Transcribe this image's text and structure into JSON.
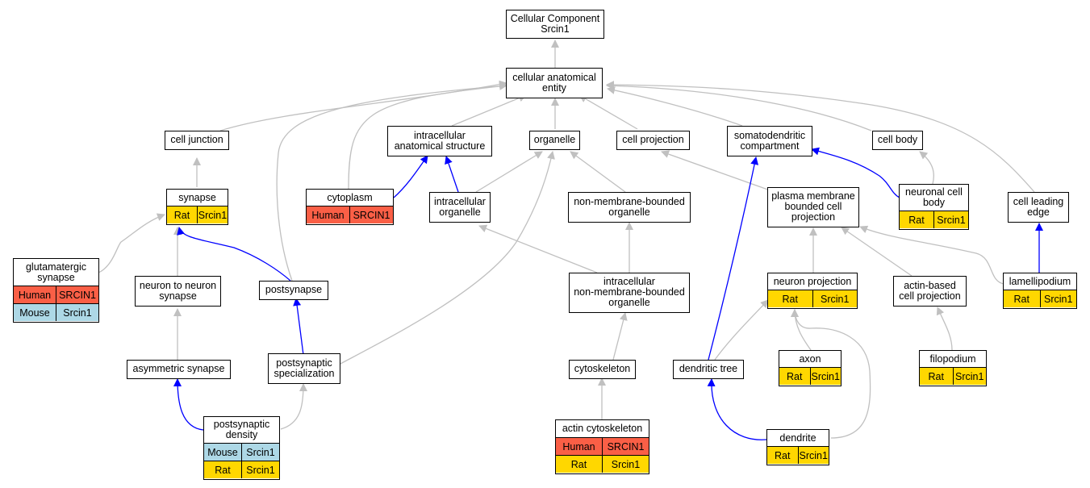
{
  "colors": {
    "gray_edge": "#c0c0c0",
    "blue_edge": "#0000ff",
    "human": "#fa5f46",
    "mouse": "#add8e6",
    "rat": "#ffd700"
  },
  "nodes": {
    "root": {
      "label": "Cellular Component\nSrcin1"
    },
    "cae": {
      "label": "cellular anatomical\nentity"
    },
    "cj": {
      "label": "cell junction"
    },
    "ias": {
      "label": "intracellular\nanatomical structure"
    },
    "org": {
      "label": "organelle"
    },
    "cp": {
      "label": "cell projection"
    },
    "sdc": {
      "label": "somatodendritic\ncompartment"
    },
    "cb": {
      "label": "cell body"
    },
    "syn": {
      "label": "synapse",
      "rows": [
        [
          "Rat",
          "Srcin1"
        ]
      ]
    },
    "cyto": {
      "label": "cytoplasm",
      "rows": [
        [
          "Human",
          "SRCIN1"
        ]
      ]
    },
    "io": {
      "label": "intracellular\norganelle"
    },
    "nmbo": {
      "label": "non-membrane-bounded\norganelle"
    },
    "pmbcp": {
      "label": "plasma membrane\nbounded cell\nprojection"
    },
    "ncb": {
      "label": "neuronal cell\nbody",
      "rows": [
        [
          "Rat",
          "Srcin1"
        ]
      ]
    },
    "cle": {
      "label": "cell leading\nedge"
    },
    "gs": {
      "label": "glutamatergic\nsynapse",
      "rows": [
        [
          "Human",
          "SRCIN1"
        ],
        [
          "Mouse",
          "Srcin1"
        ]
      ]
    },
    "nns": {
      "label": "neuron to neuron\nsynapse"
    },
    "ps": {
      "label": "postsynapse"
    },
    "inmbo": {
      "label": "intracellular\nnon-membrane-bounded\norganelle"
    },
    "np": {
      "label": "neuron projection",
      "rows": [
        [
          "Rat",
          "Srcin1"
        ]
      ]
    },
    "abcp": {
      "label": "actin-based\ncell projection"
    },
    "lam": {
      "label": "lamellipodium",
      "rows": [
        [
          "Rat",
          "Srcin1"
        ]
      ]
    },
    "as": {
      "label": "asymmetric synapse"
    },
    "pss": {
      "label": "postsynaptic\nspecialization"
    },
    "csk": {
      "label": "cytoskeleton"
    },
    "dt": {
      "label": "dendritic tree"
    },
    "axon": {
      "label": "axon",
      "rows": [
        [
          "Rat",
          "Srcin1"
        ]
      ]
    },
    "filo": {
      "label": "filopodium",
      "rows": [
        [
          "Rat",
          "Srcin1"
        ]
      ]
    },
    "psd": {
      "label": "postsynaptic\ndensity",
      "rows": [
        [
          "Mouse",
          "Srcin1"
        ],
        [
          "Rat",
          "Srcin1"
        ]
      ]
    },
    "acsk": {
      "label": "actin cytoskeleton",
      "rows": [
        [
          "Human",
          "SRCIN1"
        ],
        [
          "Rat",
          "Srcin1"
        ]
      ]
    },
    "den": {
      "label": "dendrite",
      "rows": [
        [
          "Rat",
          "Srcin1"
        ]
      ]
    }
  }
}
